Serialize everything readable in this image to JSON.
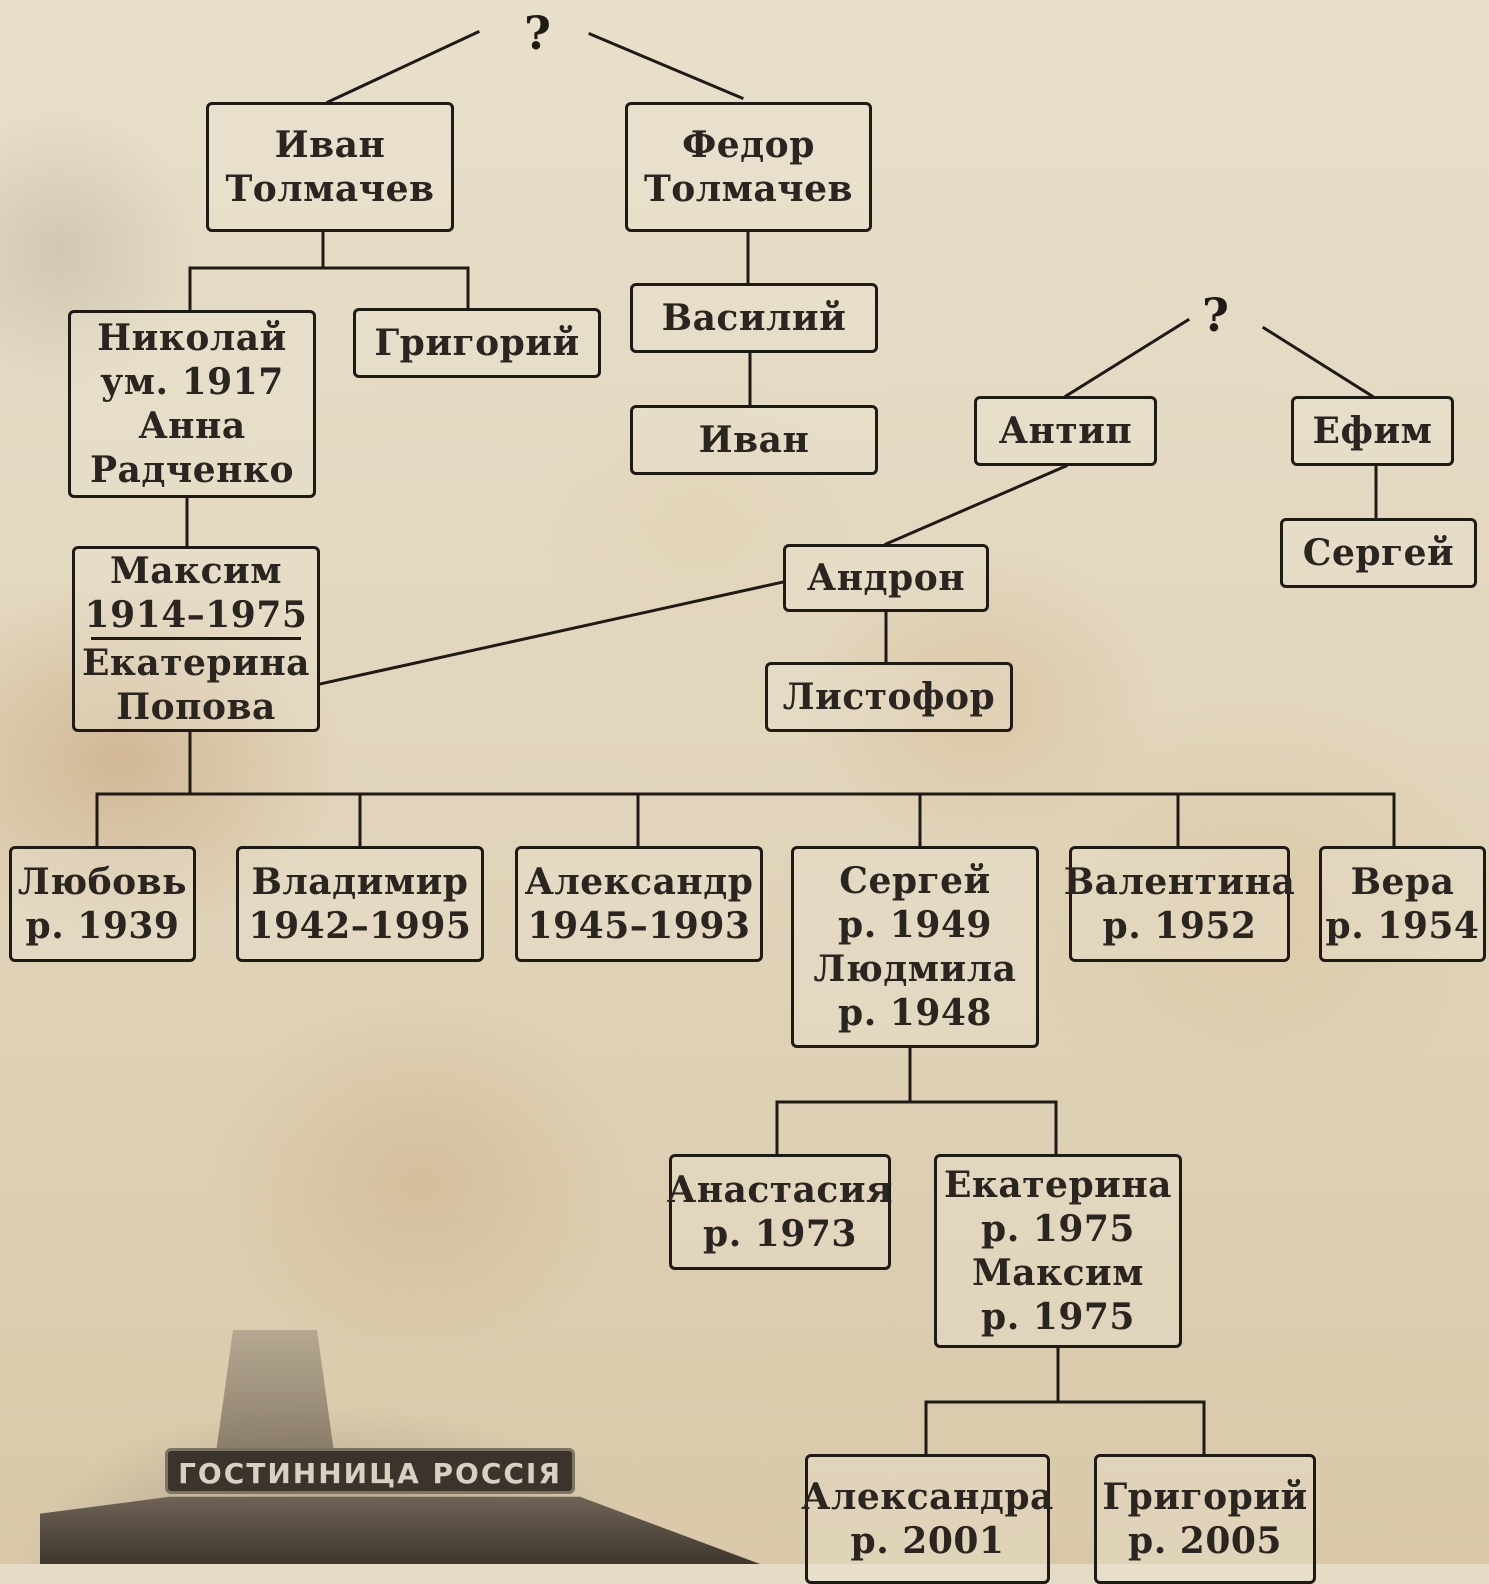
{
  "unknown_mark": "?",
  "people": {
    "ivan_t": [
      "Иван",
      "Толмачев"
    ],
    "fedor_t": [
      "Федор",
      "Толмачев"
    ],
    "nikolai": [
      "Николай",
      "ум. 1917",
      "Анна",
      "Радченко"
    ],
    "grigory1": [
      "Григорий"
    ],
    "vasily": [
      "Василий"
    ],
    "ivan2": [
      "Иван"
    ],
    "antip": [
      "Антип"
    ],
    "efim": [
      "Ефим"
    ],
    "sergey1": [
      "Сергей"
    ],
    "maxim1": [
      "Максим",
      "1914–1975"
    ],
    "ekaterina1": [
      "Екатерина",
      "Попова"
    ],
    "andron": [
      "Андрон"
    ],
    "listofor": [
      "Листофор"
    ],
    "lyubov": [
      "Любовь",
      "р. 1939"
    ],
    "vladimir": [
      "Владимир",
      "1942–1995"
    ],
    "alexandr": [
      "Александр",
      "1945–1993"
    ],
    "sergey2": [
      "Сергей",
      "р. 1949",
      "Людмила",
      "р. 1948"
    ],
    "valentina": [
      "Валентина",
      "р. 1952"
    ],
    "vera": [
      "Вера",
      "р. 1954"
    ],
    "anastasia": [
      "Анастасия",
      "р. 1973"
    ],
    "ekaterina2": [
      "Екатерина",
      "р. 1975",
      "Максим",
      "р. 1975"
    ],
    "alexandra": [
      "Александра",
      "р. 2001"
    ],
    "grigory2": [
      "Григорий",
      "р. 2005"
    ]
  },
  "photo_sign": "ГОСТИННИЦА РОССІЯ"
}
